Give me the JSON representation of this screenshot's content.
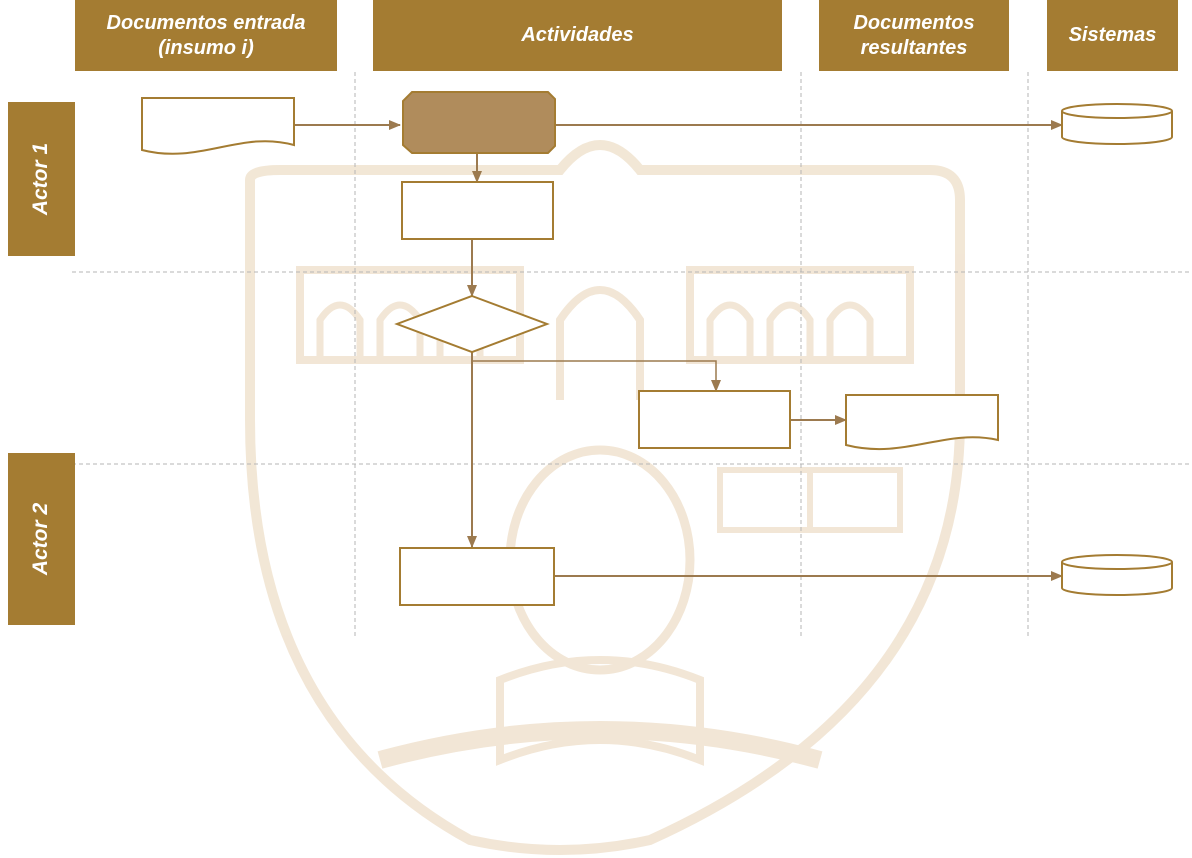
{
  "header": {
    "columns": [
      {
        "id": "input-docs",
        "label": "Documentos entrada\n(insumo i)"
      },
      {
        "id": "activities",
        "label": "Actividades"
      },
      {
        "id": "result-docs",
        "label": "Documentos\nresultantes"
      },
      {
        "id": "systems",
        "label": "Sistemas"
      }
    ]
  },
  "lanes": [
    {
      "id": "actor-1",
      "label": "Actor 1"
    },
    {
      "id": "actor-2",
      "label": "Actor 2"
    }
  ],
  "shapes": [
    {
      "id": "input-document",
      "type": "document"
    },
    {
      "id": "start-process",
      "type": "start-terminator"
    },
    {
      "id": "activity-1",
      "type": "process"
    },
    {
      "id": "decision",
      "type": "decision"
    },
    {
      "id": "activity-branch",
      "type": "process"
    },
    {
      "id": "result-document",
      "type": "document"
    },
    {
      "id": "activity-2",
      "type": "process"
    },
    {
      "id": "system-1",
      "type": "database"
    },
    {
      "id": "system-2",
      "type": "database"
    }
  ],
  "colors": {
    "accent": "#a47c32",
    "start_fill": "#b08c5c",
    "shape_stroke": "#a47c32",
    "connector": "#9c7a4f",
    "lane_divider": "#b5b5b5",
    "watermark": "#f1e4d2"
  },
  "watermark": {
    "icon": "institutional-seal-watermark",
    "description_visible": false
  }
}
